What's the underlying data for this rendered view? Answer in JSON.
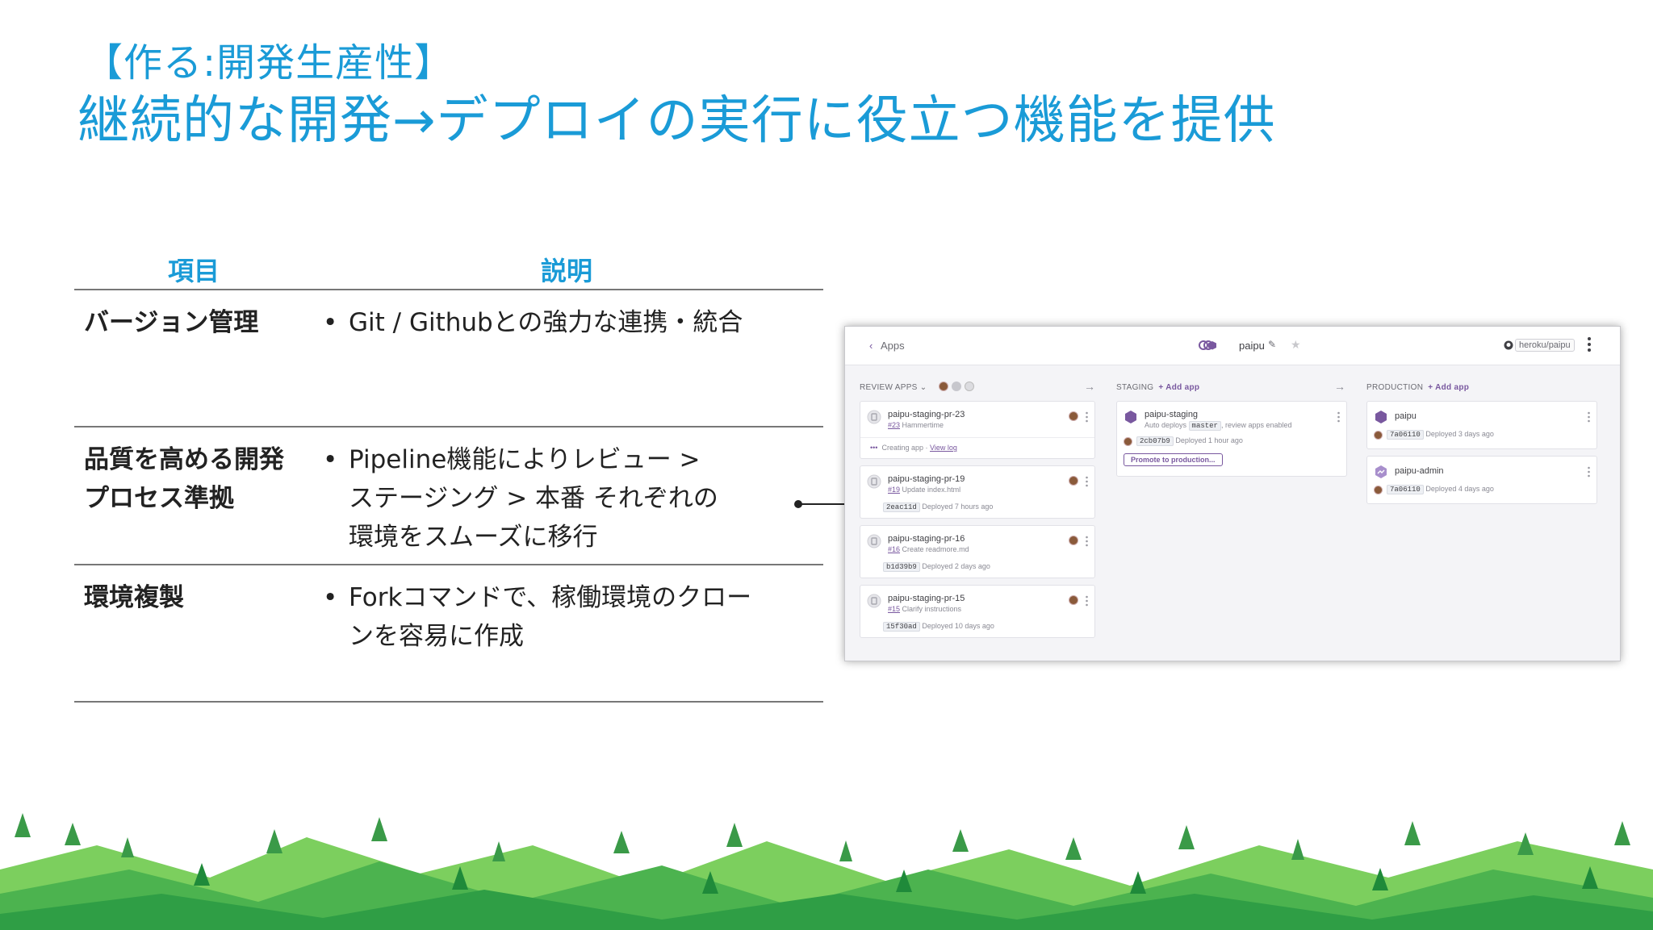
{
  "slide": {
    "subtitle": "【作る:開発生産性】",
    "title": "継続的な開発→デプロイの実行に役立つ機能を提供"
  },
  "table": {
    "headers": [
      "項目",
      "説明"
    ],
    "rows": [
      {
        "name_lines": [
          "バージョン管理"
        ],
        "bullet": "•",
        "desc_lines": [
          "Git / Githubとの強力な連携・統合"
        ]
      },
      {
        "name_lines": [
          "品質を高める開発",
          "プロセス準拠"
        ],
        "bullet": "•",
        "desc_lines": [
          "Pipeline機能によりレビュー >",
          "ステージング > 本番 それぞれの",
          "環境をスムーズに移行"
        ]
      },
      {
        "name_lines": [
          "環境複製"
        ],
        "bullet": "•",
        "desc_lines": [
          "Forkコマンドで、稼働環境のクロー",
          "ンを容易に作成"
        ]
      }
    ]
  },
  "screenshot": {
    "back_label": "Apps",
    "app_name": "paipu",
    "repo": "heroku/paipu",
    "columns": {
      "review": {
        "label": "REVIEW APPS ⌄"
      },
      "staging": {
        "label": "STAGING",
        "add": "+ Add app"
      },
      "production": {
        "label": "PRODUCTION",
        "add": "+ Add app"
      }
    },
    "review_apps": [
      {
        "name": "paipu-staging-pr-23",
        "pr": "#23",
        "msg": " Hammertime",
        "creating": "Creating app · ",
        "view_log": "View log"
      },
      {
        "name": "paipu-staging-pr-19",
        "pr": "#19",
        "msg": " Update index.html",
        "sha": "2eac11d",
        "deployed": " Deployed 7 hours ago"
      },
      {
        "name": "paipu-staging-pr-16",
        "pr": "#16",
        "msg": " Create readmore.md",
        "sha": "b1d39b9",
        "deployed": " Deployed 2 days ago"
      },
      {
        "name": "paipu-staging-pr-15",
        "pr": "#15",
        "msg": " Clarify instructions",
        "sha": "15f30ad",
        "deployed": " Deployed 10 days ago"
      }
    ],
    "staging_app": {
      "name": "paipu-staging",
      "auto_pre": "Auto deploys ",
      "branch": "master",
      "auto_post": ", review apps enabled",
      "sha": "2cb07b9",
      "deployed": " Deployed 1 hour ago",
      "promote": "Promote to production..."
    },
    "production_apps": [
      {
        "name": "paipu",
        "sha": "7a06110",
        "deployed": " Deployed 3 days ago"
      },
      {
        "name": "paipu-admin",
        "sha": "7a06110",
        "deployed": " Deployed 4 days ago"
      }
    ]
  },
  "colors": {
    "accent_blue": "#1a9bd7",
    "heroku_purple": "#79589f",
    "hill_light": "#7ccf5e",
    "hill_dark": "#2f9e45"
  }
}
